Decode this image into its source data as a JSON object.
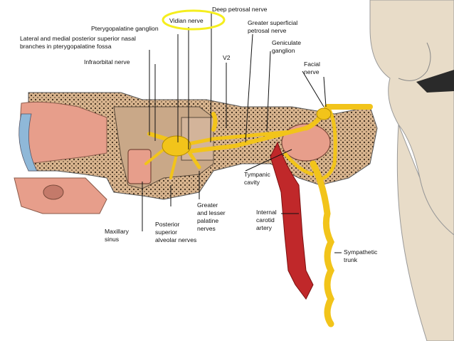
{
  "labels": {
    "deep_petrosal": "Deep petrosal nerve",
    "vidian": "Vidian nerve",
    "pterygopalatine_ganglion": "Pterygopalatine ganglion",
    "greater_superficial_1": "Greater superficial",
    "greater_superficial_2": "petrosal nerve",
    "lateral_medial_1": "Lateral and medial posterior superior nasal",
    "lateral_medial_2": "branches in pterygopalatine fossa",
    "geniculate_1": "Geniculate",
    "geniculate_2": "ganglion",
    "v2": "V2",
    "infraorbital": "Infraorbital nerve",
    "facial_1": "Facial",
    "facial_2": "nerve",
    "tympanic_1": "Tympanic",
    "tympanic_2": "cavity",
    "greater_lesser_1": "Greater",
    "greater_lesser_2": "and lesser",
    "greater_lesser_3": "palatine",
    "greater_lesser_4": "nerves",
    "internal_carotid_1": "Internal",
    "internal_carotid_2": "carotid",
    "internal_carotid_3": "artery",
    "maxillary_1": "Maxillary",
    "maxillary_2": "sinus",
    "posterior_superior_1": "Posterior",
    "posterior_superior_2": "superior",
    "posterior_superior_3": "alveolar nerves",
    "sympathetic_1": "Sympathetic",
    "sympathetic_2": "trunk"
  },
  "colors": {
    "nerve": "#f2c41a",
    "artery": "#c0282a",
    "highlight": "#f5ee1e",
    "bone": "#d9b99b",
    "mucosa": "#e79e8b",
    "brain": "#e8dcc8"
  }
}
